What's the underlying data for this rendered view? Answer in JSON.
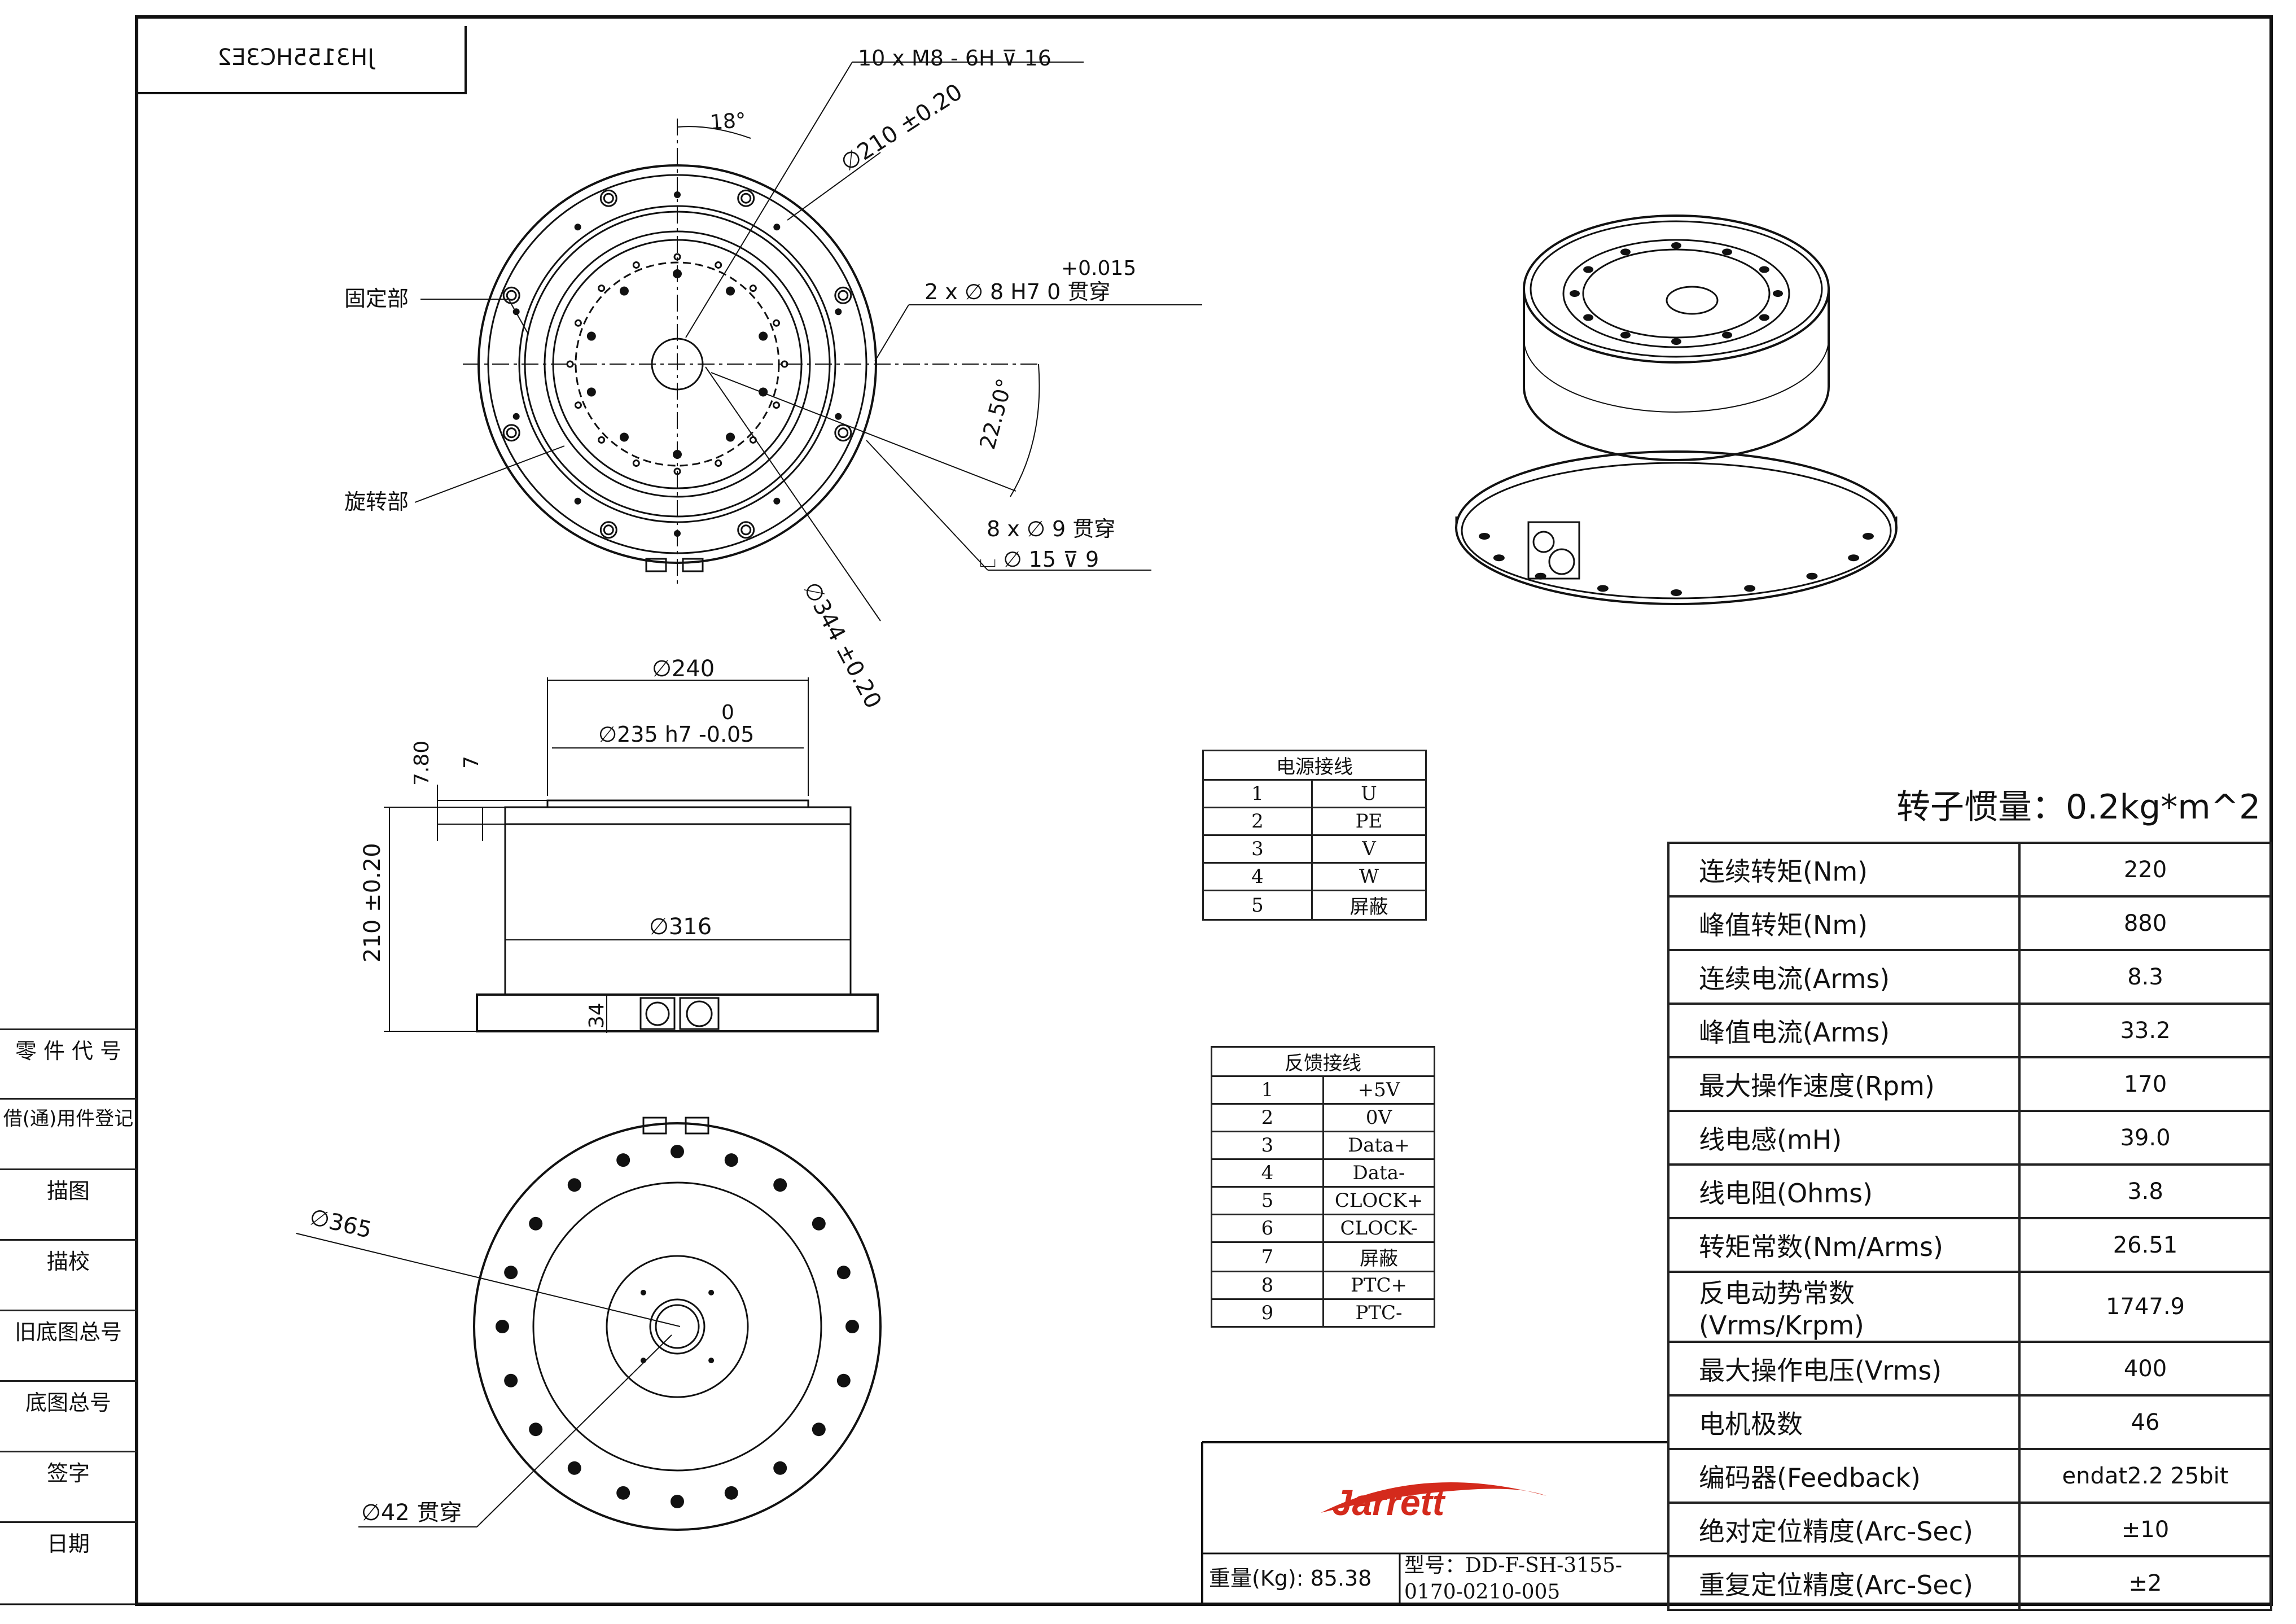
{
  "drawing_number": "JH3155HC3E2",
  "labels": {
    "bolt_spec": "10 x  M8 - 6H ⊽ 16",
    "angle_18": "18°",
    "dia_210": "∅210 ±0.20",
    "fixed_part": "固定部",
    "rotating_part": "旋转部",
    "pin_hole_tol": "+0.015",
    "pin_hole": "2 x  ∅ 8 H7   0        贯穿",
    "angle_22_5": "22.50°",
    "holes_8x9": "8 x  ∅  9 贯穿",
    "counterbore": "⌴  ∅ 15 ⊽ 9",
    "dia_344": "∅344 ±0.20",
    "dia_240": "∅240",
    "tol_zero": "0",
    "dia_235": "∅235 h7 -0.05",
    "dim_7_80": "7.80",
    "dim_7": "7",
    "height_210": "210 ±0.20",
    "dia_316": "∅316",
    "dim_34": "34",
    "dia_365": "∅365",
    "dia_42": "∅42 贯穿"
  },
  "power_table": {
    "title": "电源接线",
    "rows": [
      [
        "1",
        "U"
      ],
      [
        "2",
        "PE"
      ],
      [
        "3",
        "V"
      ],
      [
        "4",
        "W"
      ],
      [
        "5",
        "屏蔽"
      ]
    ]
  },
  "feedback_table": {
    "title": "反馈接线",
    "rows": [
      [
        "1",
        "+5V"
      ],
      [
        "2",
        "0V"
      ],
      [
        "3",
        "Data+"
      ],
      [
        "4",
        "Data-"
      ],
      [
        "5",
        "CLOCK+"
      ],
      [
        "6",
        "CLOCK-"
      ],
      [
        "7",
        "屏蔽"
      ],
      [
        "8",
        "PTC+"
      ],
      [
        "9",
        "PTC-"
      ]
    ]
  },
  "inertia": "转子惯量：0.2kg*m^2",
  "specs": [
    {
      "label": "连续转矩(Nm)",
      "value": "220"
    },
    {
      "label": "峰值转矩(Nm)",
      "value": "880"
    },
    {
      "label": "连续电流(Arms)",
      "value": "8.3"
    },
    {
      "label": "峰值电流(Arms)",
      "value": "33.2"
    },
    {
      "label": "最大操作速度(Rpm)",
      "value": "170"
    },
    {
      "label": "线电感(mH)",
      "value": "39.0"
    },
    {
      "label": "线电阻(Ohms)",
      "value": "3.8"
    },
    {
      "label": "转矩常数(Nm/Arms)",
      "value": "26.51"
    },
    {
      "label": "反电动势常数(Vrms/Krpm)",
      "value": "1747.9"
    },
    {
      "label": "最大操作电压(Vrms)",
      "value": "400"
    },
    {
      "label": "电机极数",
      "value": "46"
    },
    {
      "label": "编码器(Feedback)",
      "value": "endat2.2 25bit"
    },
    {
      "label": "绝对定位精度(Arc-Sec)",
      "value": "±10"
    },
    {
      "label": "重复定位精度(Arc-Sec)",
      "value": "±2"
    }
  ],
  "brand": "Jarrett",
  "weight_label": "重量(Kg): 85.38",
  "model_line1": "型号：DD-F-SH-3155-",
  "model_line2": "0170-0210-005",
  "side_labels": [
    "零 件 代 号",
    "借(通)用件登记",
    "描图",
    "描校",
    "旧底图总号",
    "底图总号",
    "签字",
    "日期"
  ],
  "colors": {
    "brand_red": "#d42a1c",
    "line": "#111111"
  }
}
